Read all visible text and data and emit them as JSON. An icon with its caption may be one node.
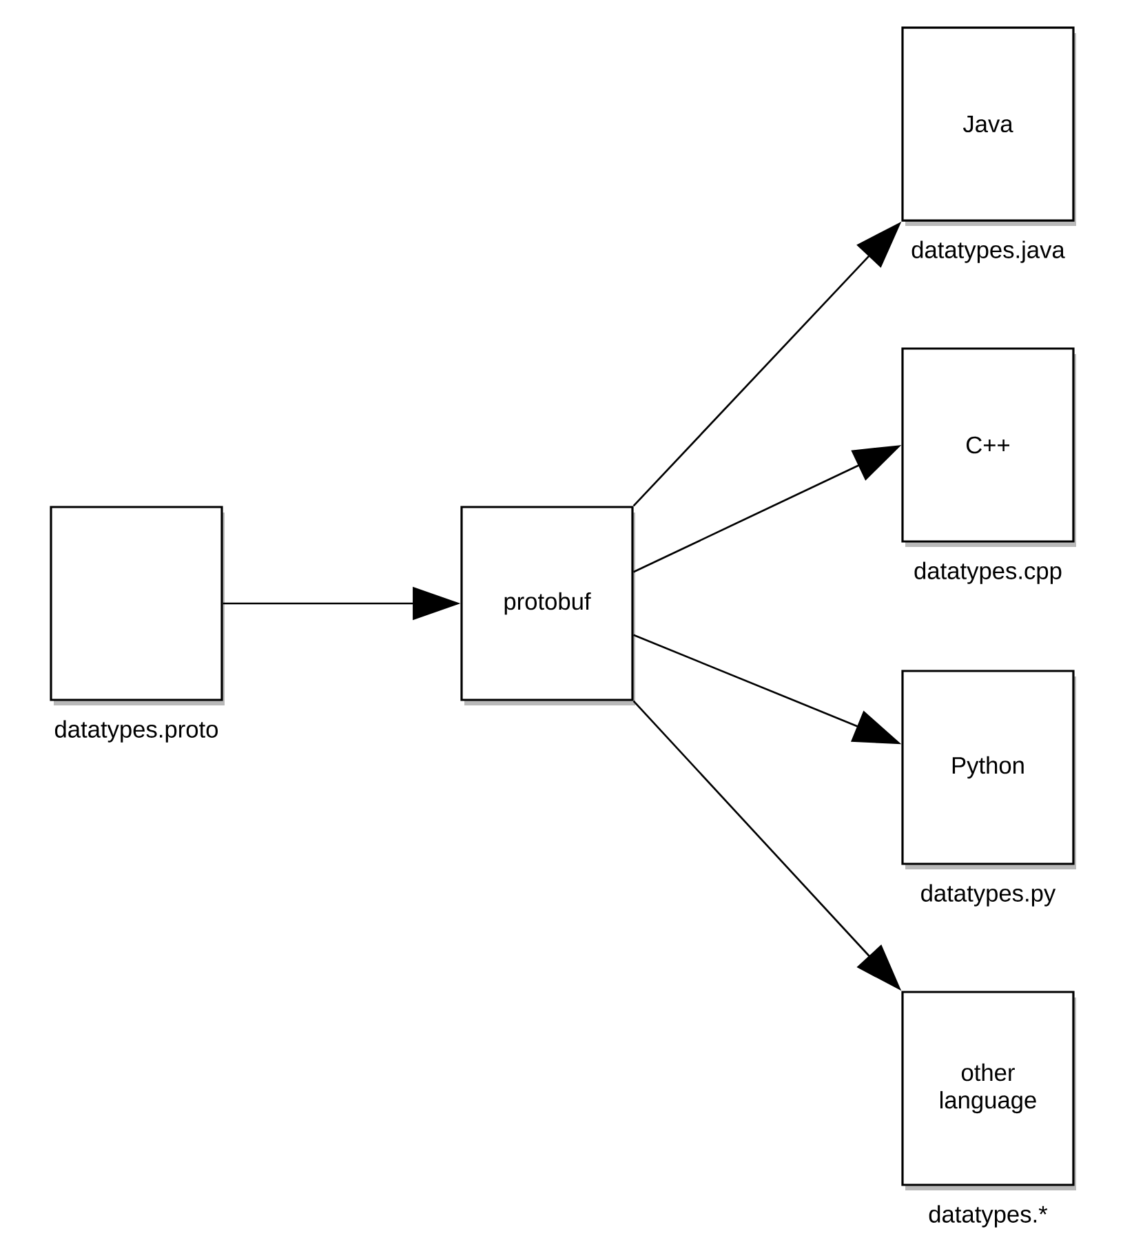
{
  "diagram": {
    "nodes": [
      {
        "text": [],
        "shape": "box",
        "beside": [
          "datatypes.proto"
        ]
      },
      {
        "text": [
          "protobuf"
        ]
      },
      {
        "text": [
          "Java"
        ],
        "beside": [
          "datatypes.java"
        ]
      },
      {
        "text": [
          "C++"
        ],
        "beside": [
          "datatypes.cpp"
        ]
      },
      {
        "text": [
          "Python"
        ],
        "beside": [
          "datatypes.py"
        ]
      },
      {
        "text": [
          "other language"
        ],
        "beside": [
          "datatypes.*"
        ]
      }
    ],
    "edges": [
      {
        "from": 0,
        "to": 1,
        "arrow": "to"
      },
      {
        "from": 1,
        "to": 2,
        "arrow": "to"
      },
      {
        "from": 1,
        "to": 3,
        "arrow": "to"
      },
      {
        "from": 1,
        "to": 4,
        "arrow": "to"
      },
      {
        "from": 1,
        "to": 5,
        "arrow": "to"
      }
    ]
  }
}
